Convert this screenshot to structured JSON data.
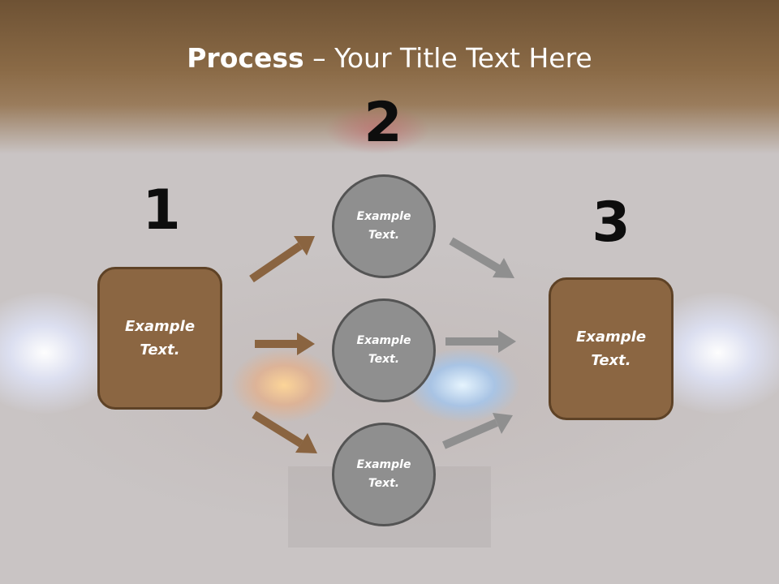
{
  "slide": {
    "title_bold": "Process",
    "title_rest": " – Your Title Text Here"
  },
  "steps": [
    {
      "number": "1",
      "label": "Example\nText."
    },
    {
      "number": "2",
      "labels": [
        "Example\nText.",
        "Example\nText.",
        "Example\nText."
      ]
    },
    {
      "number": "3",
      "label": "Example\nText."
    }
  ],
  "colors": {
    "brown_fill": "#8b6642",
    "brown_border": "#5e4226",
    "gray_fill": "#8f8f8f",
    "gray_border": "#545454",
    "arrow_brown": "#8a6440",
    "arrow_gray": "#8f8f8f"
  }
}
